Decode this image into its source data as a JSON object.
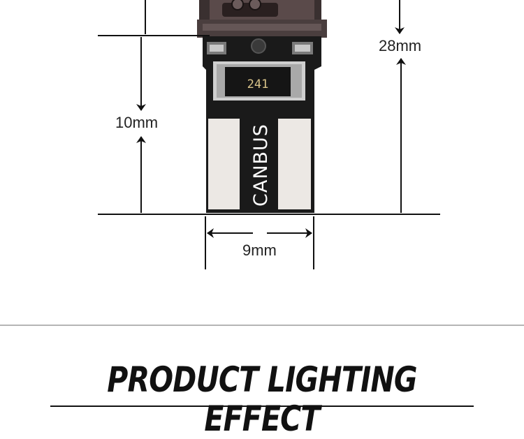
{
  "dimensions": {
    "total_height": "28mm",
    "base_height": "10mm",
    "base_width": "9mm"
  },
  "chip": {
    "resistor_code": "241",
    "canbus_text": "CANBUS"
  },
  "section": {
    "title": "PRODUCT LIGHTING EFFECT"
  },
  "colors": {
    "pcb": "#1a1a1a",
    "pads": "#ece8e4",
    "resistor_text": "#d9c48a"
  }
}
